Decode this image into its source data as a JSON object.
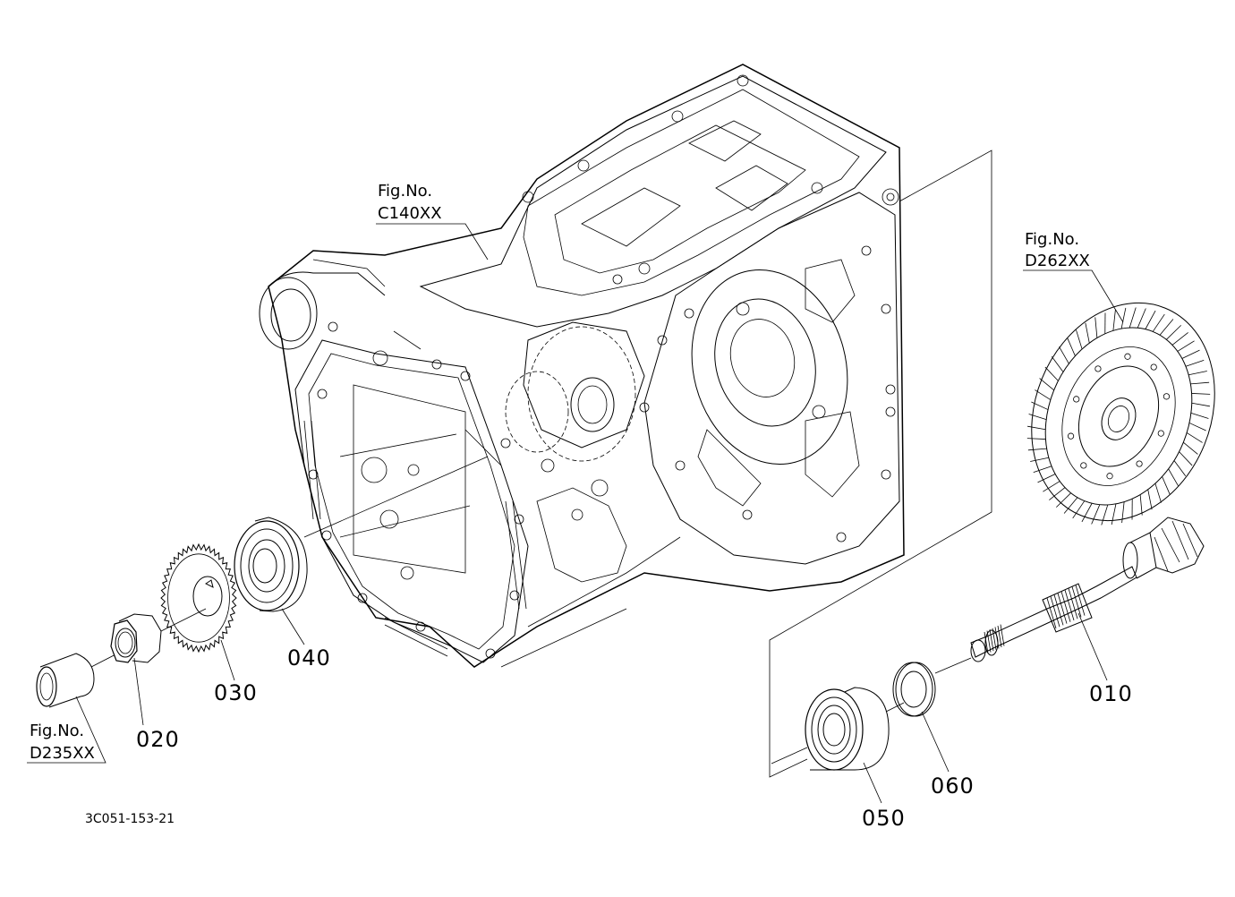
{
  "diagram": {
    "drawing_code": "3C051-153-21",
    "part_labels": {
      "p010": "010",
      "p020": "020",
      "p030": "030",
      "p040": "040",
      "p050": "050",
      "p060": "060"
    },
    "figure_refs": {
      "c140": {
        "prefix": "Fig.No.",
        "code": "C140XX"
      },
      "d262": {
        "prefix": "Fig.No.",
        "code": "D262XX"
      },
      "d235": {
        "prefix": "Fig.No.",
        "code": "D235XX"
      }
    }
  }
}
